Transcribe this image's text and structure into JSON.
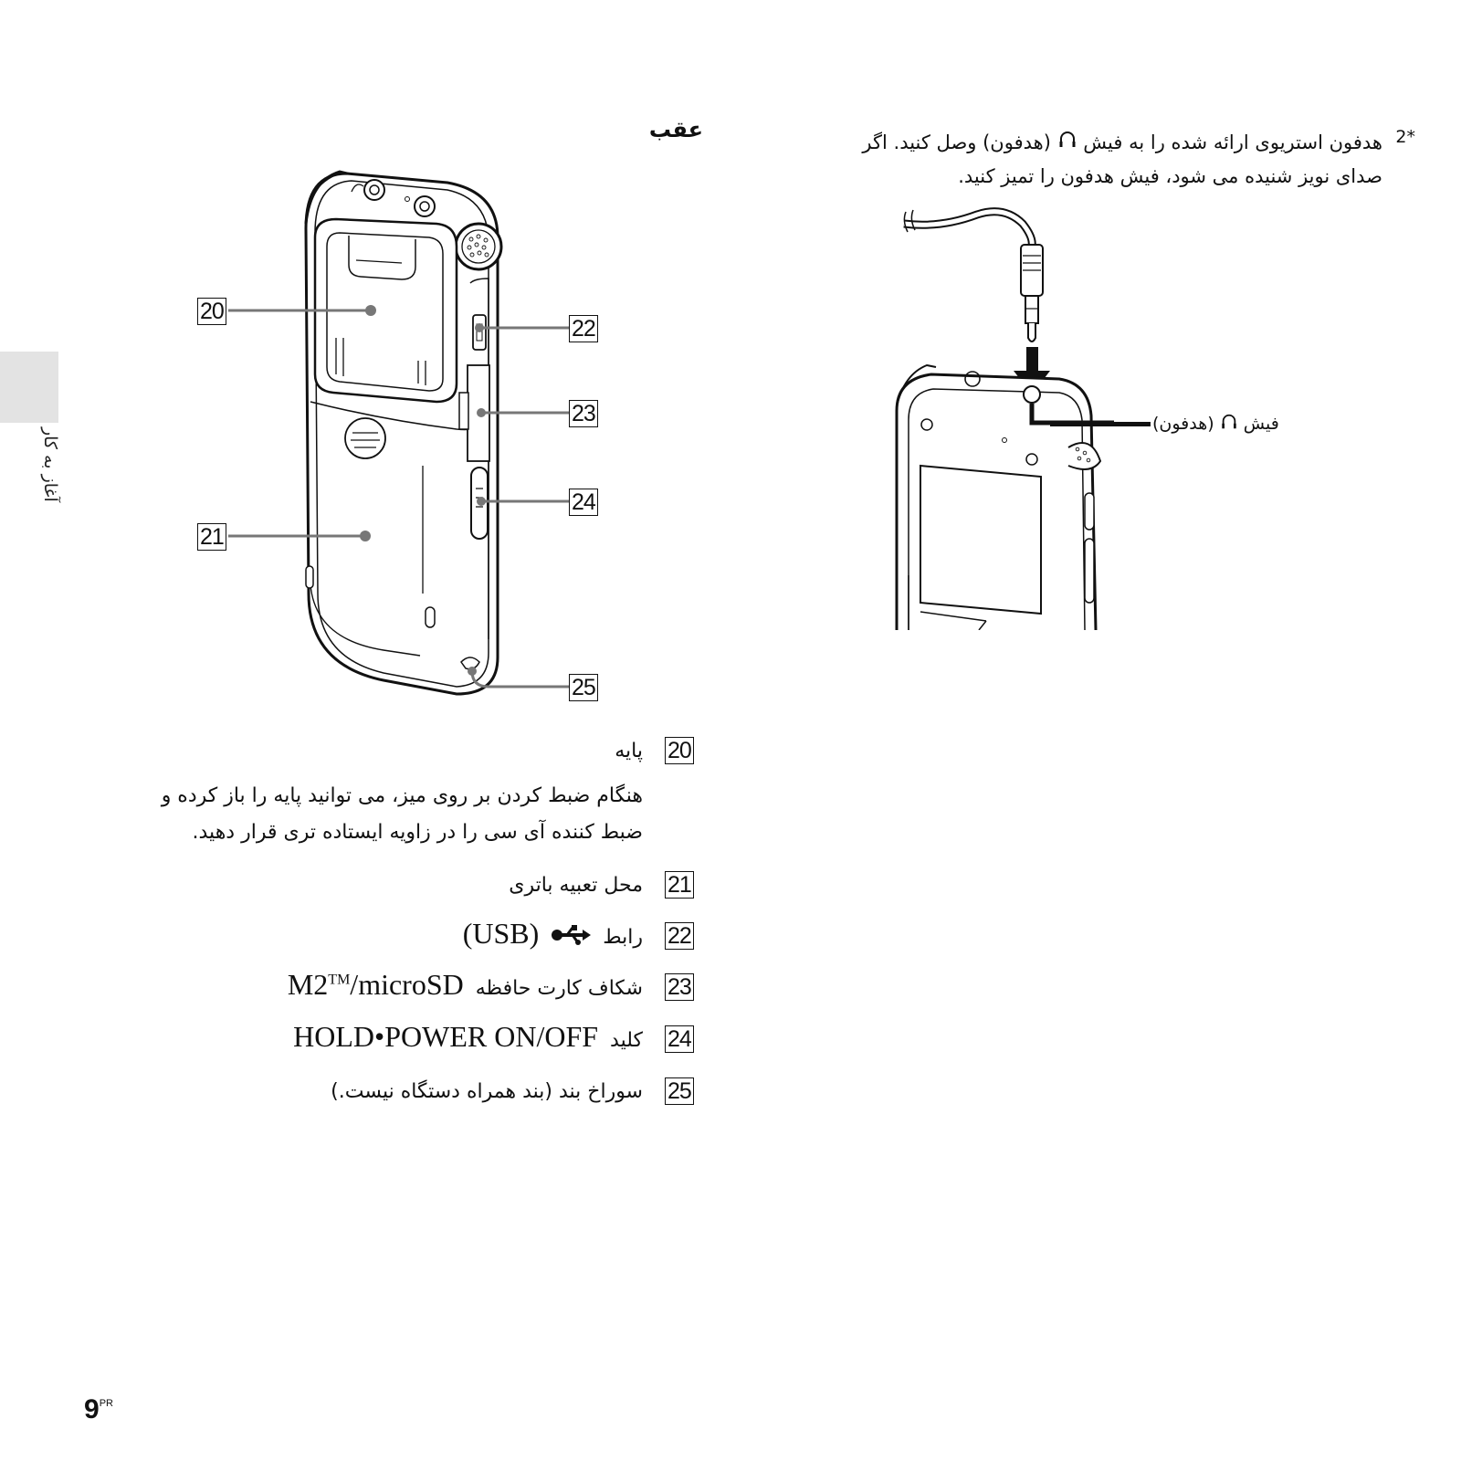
{
  "side_tab_label": "آغاز به کار",
  "section_heading": "عقب",
  "footnote": {
    "marker": "*2",
    "line1_a": "هدفون استریوی ارائه شده را به فیش",
    "line1_b": "(هدفون) وصل کنید. اگر",
    "line2": "صدای نویز شنیده می شود، فیش هدفون را تمیز کنید."
  },
  "headphone_figure": {
    "jack_label_a": "فیش",
    "jack_label_b": "(هدفون)"
  },
  "callouts": [
    "20",
    "21",
    "22",
    "23",
    "24",
    "25"
  ],
  "items": [
    {
      "num": "20",
      "text": "پایه",
      "desc": "هنگام ضبط کردن بر روی میز، می توانید پایه را باز کرده و ضبط کننده آی سی را در زاویه ایستاده تری قرار دهید."
    },
    {
      "num": "21",
      "text": "محل تعبیه باتری"
    },
    {
      "num": "22",
      "text": "رابط",
      "latin": "(USB)"
    },
    {
      "num": "23",
      "text": "شکاف کارت حافظه",
      "latin_main": "M2",
      "latin_sup": "TM",
      "latin_tail": "/microSD"
    },
    {
      "num": "24",
      "text": "کلید",
      "latin": "HOLD•POWER ON/OFF"
    },
    {
      "num": "25",
      "text": "سوراخ بند (بند همراه دستگاه نیست.)"
    }
  ],
  "page_number": "9",
  "page_suffix": "PR",
  "icons": [
    "headphone-icon",
    "usb-icon"
  ]
}
